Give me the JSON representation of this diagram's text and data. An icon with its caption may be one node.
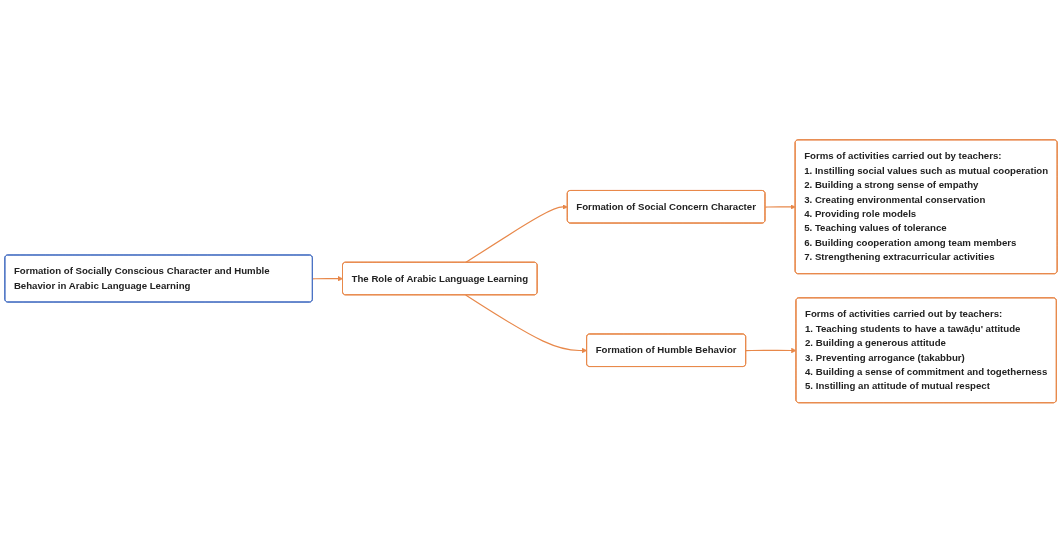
{
  "diagram": {
    "nodes": [
      {
        "text": [
          "Formation of Socially Conscious Character and Humble Behavior in Arabic Language Learning"
        ]
      },
      {
        "text": [
          "The Role of Arabic Language Learning"
        ]
      },
      {
        "text": [
          "Formation of Social Concern Character"
        ]
      },
      {
        "text": [
          "Formation of Humble Behavior"
        ]
      },
      {
        "text": [
          "Forms of activities carried out by teachers:",
          "1. Instilling social values such as mutual cooperation",
          "2. Building a strong sense of empathy",
          "3. Creating environmental conservation",
          "4. Providing role models",
          "5. Teaching values of tolerance",
          "6. Building cooperation among team members",
          "7. Strengthening extracurricular activities"
        ]
      },
      {
        "text": [
          "Forms of activities carried out by teachers:",
          "1. Teaching students to have a tawāḍu' attitude",
          "2. Building a generous attitude",
          "3. Preventing arrogance (takabbur)",
          "4. Building a sense of commitment and togetherness",
          "5. Instilling an attitude of mutual respect"
        ]
      }
    ],
    "edges": [
      {
        "from": 0,
        "to": 1,
        "arrow": "to"
      },
      {
        "from": 1,
        "to": 2,
        "arrow": "to"
      },
      {
        "from": 1,
        "to": 3,
        "arrow": "to"
      },
      {
        "from": 2,
        "to": 4,
        "arrow": "to"
      },
      {
        "from": 3,
        "to": 5,
        "arrow": "to"
      }
    ]
  }
}
